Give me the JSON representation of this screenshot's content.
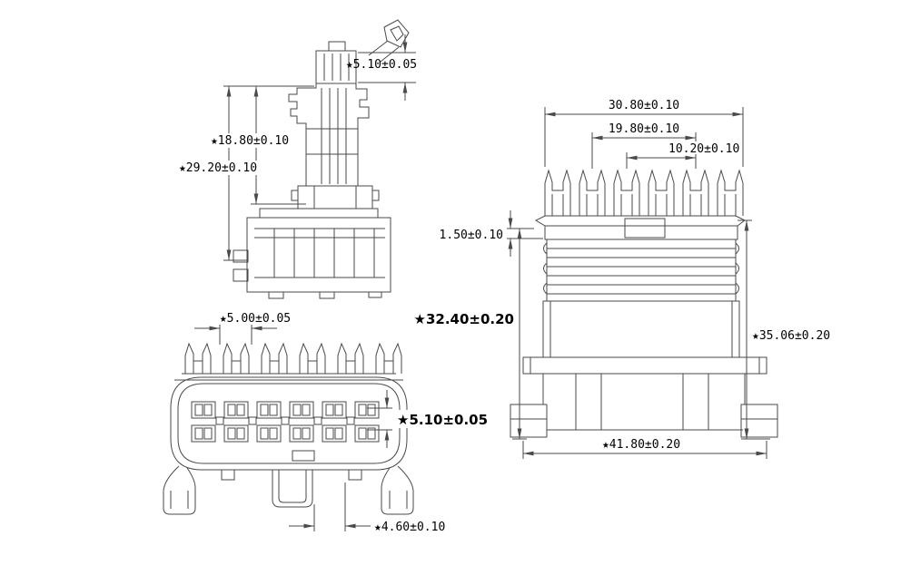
{
  "title": "Connector engineering drawing",
  "colors": {
    "line": "#4a4a4a",
    "text": "#000000",
    "background": "#ffffff"
  },
  "views": {
    "side": {
      "dims": {
        "seal_height": "★5.10±0.05",
        "upper_height": "★18.80±0.10",
        "overall_height": "★29.20±0.10"
      }
    },
    "front": {
      "dims": {
        "terminal_pitch": "★5.00±0.05",
        "cavity_size": "★5.10±0.05",
        "foot_offset": "★4.60±0.10"
      }
    },
    "rear": {
      "dims": {
        "top_width": "30.80±0.10",
        "mid_width": "19.80±0.10",
        "inner_width": "10.20±0.10",
        "lip_thickness": "1.50±0.10",
        "body_height": "★32.40±0.20",
        "overall_height": "★35.06±0.20",
        "base_width": "★41.80±0.20"
      }
    }
  }
}
